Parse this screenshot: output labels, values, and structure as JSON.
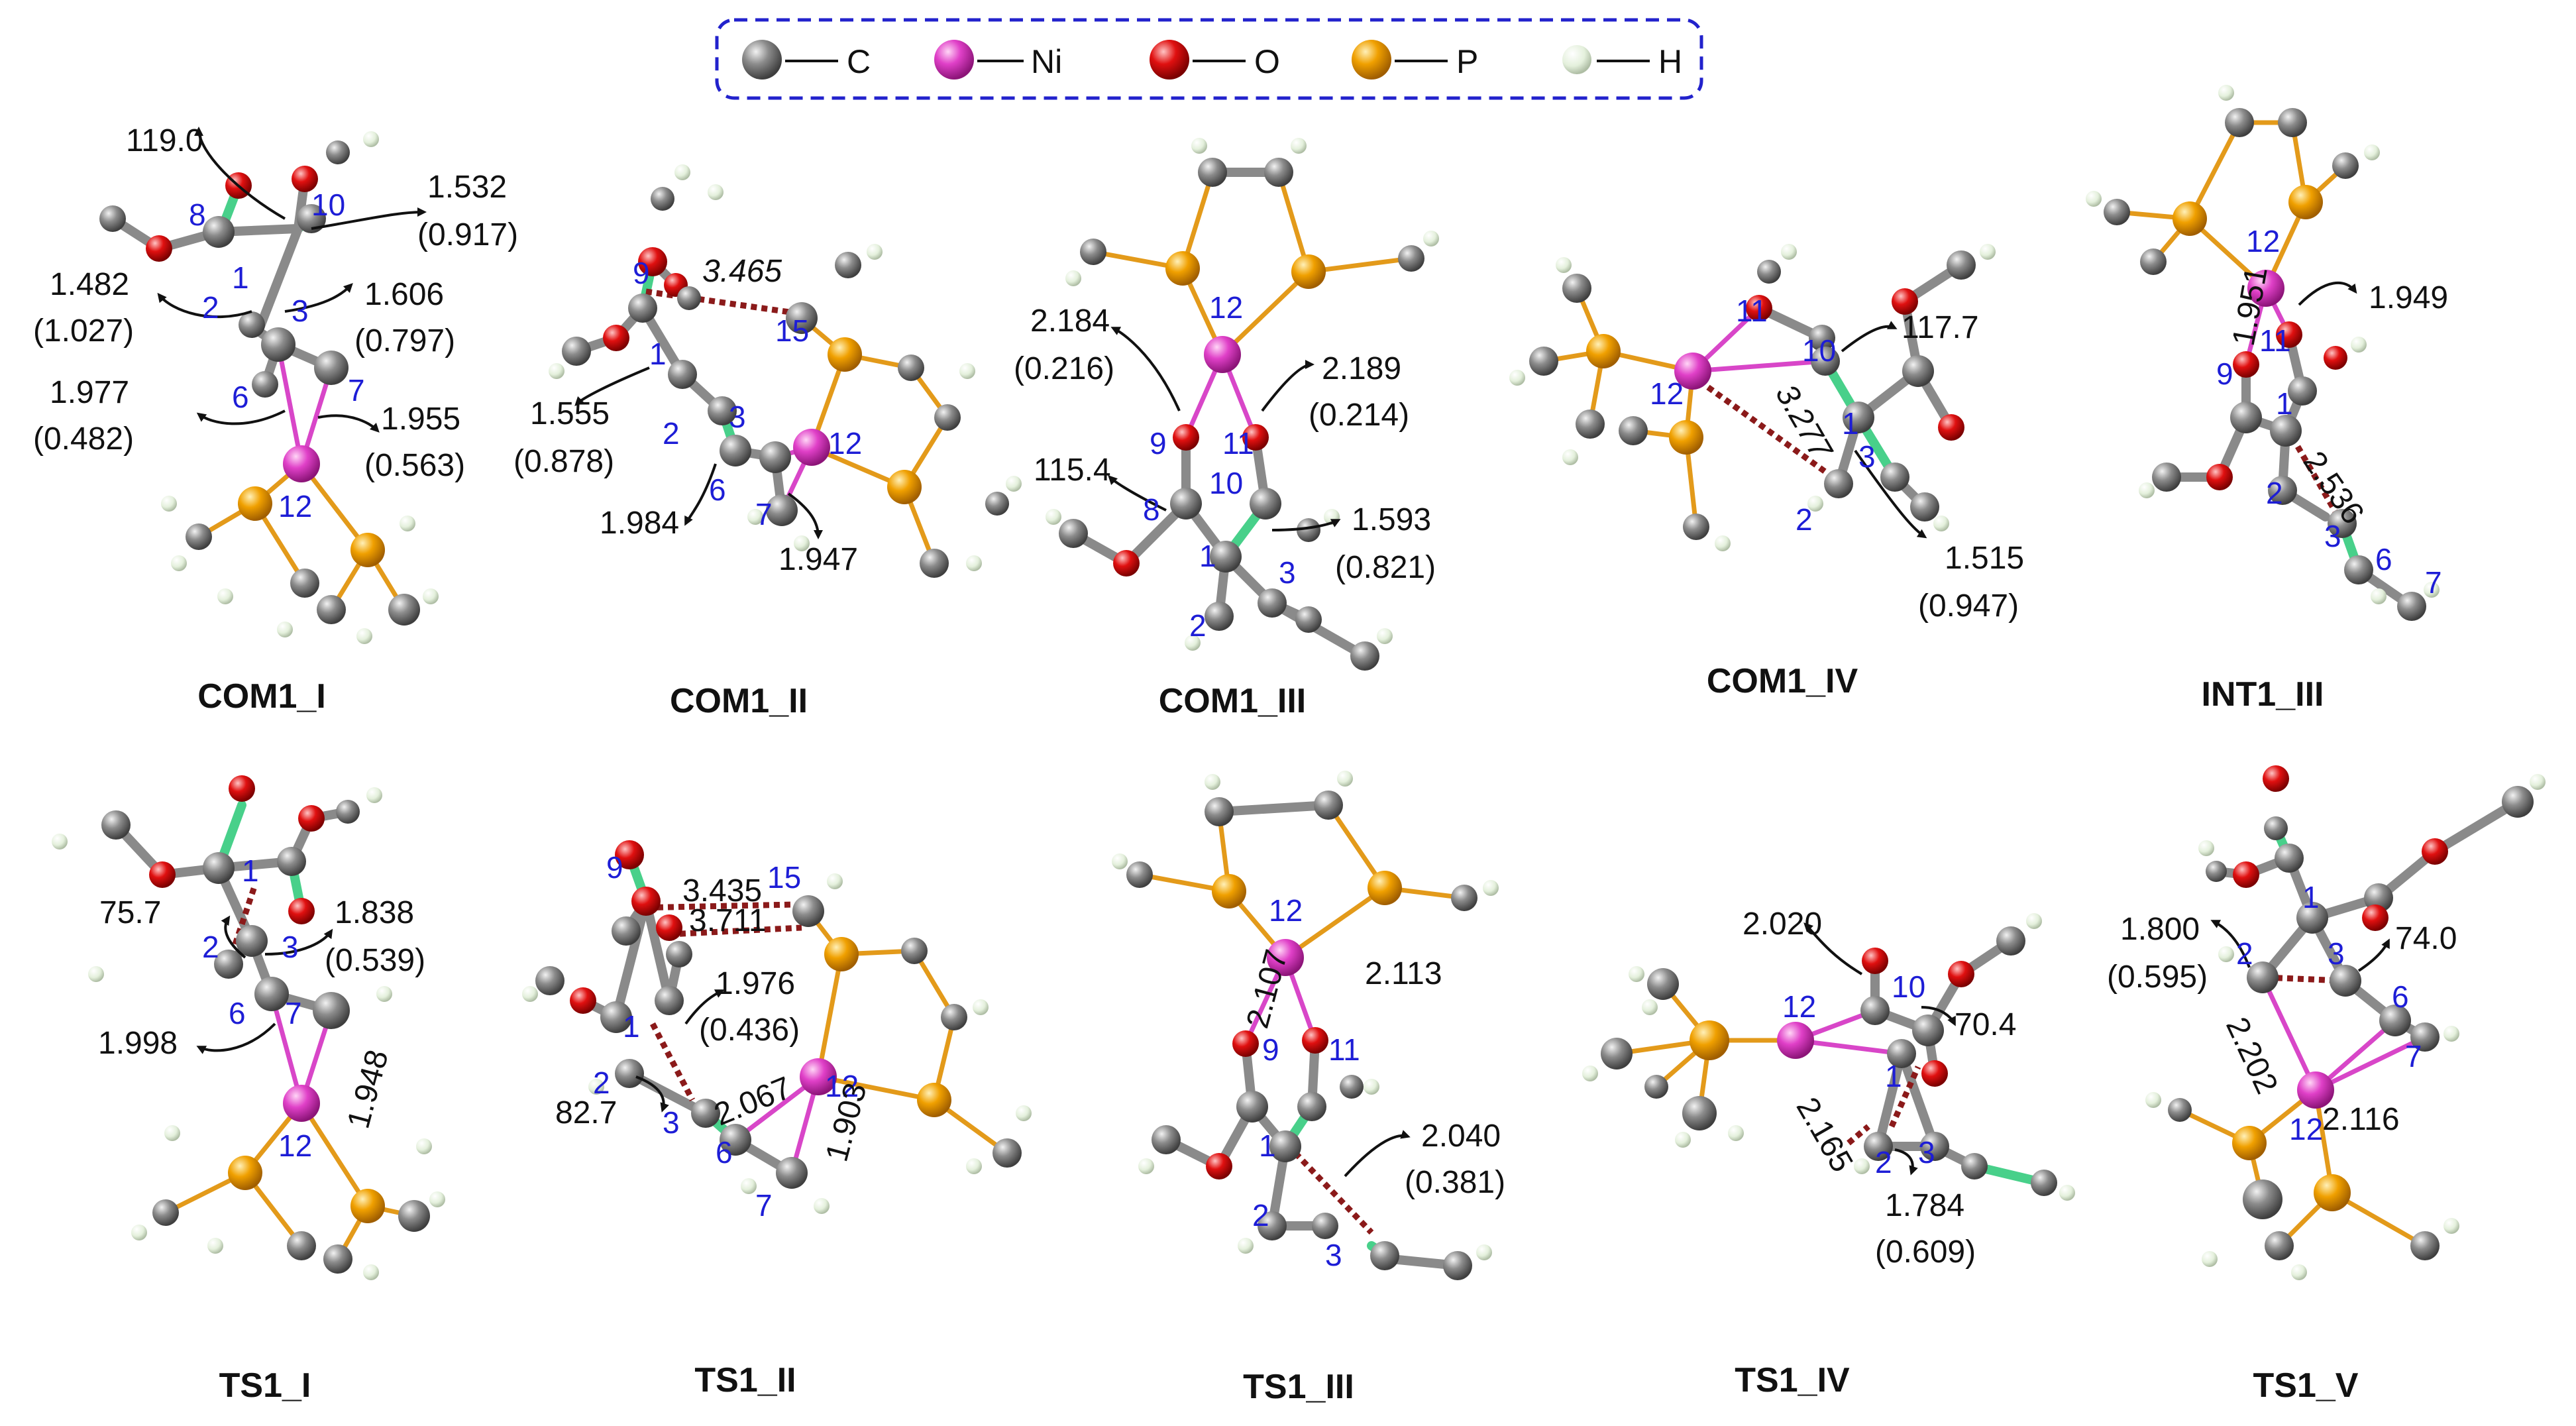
{
  "legend": {
    "items": [
      {
        "symbol": "C",
        "color": "#7f7f7f"
      },
      {
        "symbol": "Ni",
        "color": "#e040c8"
      },
      {
        "symbol": "O",
        "color": "#e01010"
      },
      {
        "symbol": "P",
        "color": "#f0a000"
      },
      {
        "symbol": "H",
        "color": "#e8f4e0"
      }
    ]
  },
  "structures": [
    {
      "title": "COM1_I",
      "atoms": [
        "8",
        "10",
        "1",
        "2",
        "3",
        "6",
        "7",
        "12"
      ],
      "params": [
        "119.0",
        "1.532",
        "(0.917)",
        "1.482",
        "(1.027)",
        "1.606",
        "(0.797)",
        "1.977",
        "(0.482)",
        "1.955",
        "(0.563)"
      ]
    },
    {
      "title": "COM1_II",
      "atoms": [
        "9",
        "1",
        "15",
        "2",
        "3",
        "12",
        "6",
        "7"
      ],
      "params": [
        "3.465",
        "1.555",
        "(0.878)",
        "1.984",
        "1.947"
      ]
    },
    {
      "title": "COM1_III",
      "atoms": [
        "12",
        "9",
        "11",
        "8",
        "10",
        "1",
        "3",
        "2"
      ],
      "params": [
        "2.184",
        "(0.216)",
        "2.189",
        "(0.214)",
        "115.4",
        "1.593",
        "(0.821)"
      ]
    },
    {
      "title": "COM1_IV",
      "atoms": [
        "11",
        "10",
        "12",
        "1",
        "3",
        "2"
      ],
      "params": [
        "117.7",
        "3.277",
        "1.515",
        "(0.947)"
      ]
    },
    {
      "title": "INT1_III",
      "atoms": [
        "12",
        "11",
        "9",
        "1",
        "2",
        "3",
        "6",
        "7"
      ],
      "params": [
        "1.951",
        "1.949",
        "2.536"
      ]
    },
    {
      "title": "TS1_I",
      "atoms": [
        "1",
        "2",
        "3",
        "6",
        "7",
        "12"
      ],
      "params": [
        "75.7",
        "1.838",
        "(0.539)",
        "1.998",
        "1.948"
      ]
    },
    {
      "title": "TS1_II",
      "atoms": [
        "9",
        "15",
        "1",
        "2",
        "3",
        "6",
        "7",
        "12"
      ],
      "params": [
        "3.435",
        "3.711",
        "1.976",
        "(0.436)",
        "2.067",
        "82.7",
        "1.903"
      ]
    },
    {
      "title": "TS1_III",
      "atoms": [
        "12",
        "9",
        "11",
        "1",
        "2",
        "3"
      ],
      "params": [
        "2.107",
        "2.113",
        "2.040",
        "(0.381)"
      ]
    },
    {
      "title": "TS1_IV",
      "atoms": [
        "12",
        "10",
        "1",
        "2",
        "3"
      ],
      "params": [
        "2.020",
        "70.4",
        "2.165",
        "1.784",
        "(0.609)"
      ]
    },
    {
      "title": "TS1_V",
      "atoms": [
        "1",
        "2",
        "3",
        "6",
        "7",
        "12"
      ],
      "params": [
        "1.800",
        "(0.595)",
        "74.0",
        "2.202",
        "2.116"
      ]
    }
  ]
}
